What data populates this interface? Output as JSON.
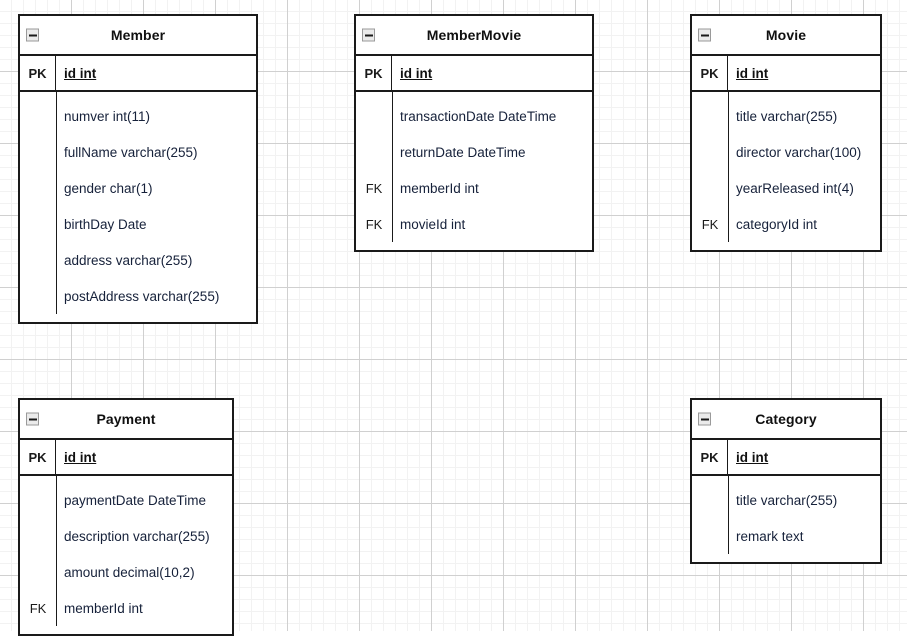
{
  "diagram": {
    "type": "entity-relationship-diagram",
    "background": "grid-canvas",
    "icons": {
      "collapse": "minus-box-icon"
    },
    "colors": {
      "border": "#1a1a1a",
      "text": "#16213a",
      "title": "#101010",
      "grid_minor": "#f2f2f2",
      "grid_major": "#d0d0d0",
      "canvas": "#ffffff",
      "icon_fill": "#ebebeb"
    }
  },
  "entities": [
    {
      "id": "member",
      "title": "Member",
      "pk": {
        "key": "PK",
        "name": "id int"
      },
      "attributes": [
        {
          "key": "",
          "name": "numver int(11)"
        },
        {
          "key": "",
          "name": "fullName varchar(255)"
        },
        {
          "key": "",
          "name": "gender char(1)"
        },
        {
          "key": "",
          "name": "birthDay Date"
        },
        {
          "key": "",
          "name": "address varchar(255)"
        },
        {
          "key": "",
          "name": "postAddress varchar(255)"
        }
      ]
    },
    {
      "id": "membermovie",
      "title": "MemberMovie",
      "pk": {
        "key": "PK",
        "name": "id int"
      },
      "attributes": [
        {
          "key": "",
          "name": "transactionDate DateTime"
        },
        {
          "key": "",
          "name": "returnDate DateTime"
        },
        {
          "key": "FK",
          "name": "memberId int"
        },
        {
          "key": "FK",
          "name": "movieId int"
        }
      ]
    },
    {
      "id": "movie",
      "title": "Movie",
      "pk": {
        "key": "PK",
        "name": "id int"
      },
      "attributes": [
        {
          "key": "",
          "name": "title varchar(255)"
        },
        {
          "key": "",
          "name": "director varchar(100)"
        },
        {
          "key": "",
          "name": "yearReleased int(4)"
        },
        {
          "key": "FK",
          "name": "categoryId int"
        }
      ]
    },
    {
      "id": "payment",
      "title": "Payment",
      "pk": {
        "key": "PK",
        "name": "id int"
      },
      "attributes": [
        {
          "key": "",
          "name": "paymentDate DateTime"
        },
        {
          "key": "",
          "name": "description varchar(255)"
        },
        {
          "key": "",
          "name": "amount decimal(10,2)"
        },
        {
          "key": "FK",
          "name": "memberId int"
        }
      ]
    },
    {
      "id": "category",
      "title": "Category",
      "pk": {
        "key": "PK",
        "name": "id int"
      },
      "attributes": [
        {
          "key": "",
          "name": "title varchar(255)"
        },
        {
          "key": "",
          "name": "remark text"
        }
      ]
    }
  ]
}
